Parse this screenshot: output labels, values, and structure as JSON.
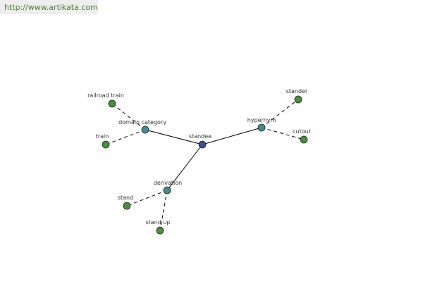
{
  "header": {
    "url": "http://www.artikata.com"
  },
  "graph": {
    "center": {
      "label": "standee",
      "color": "#3b4f8f"
    },
    "relations": [
      {
        "key": "domain_category",
        "label": "domain category",
        "color": "#4a8a8e",
        "children": [
          {
            "key": "railroad_train",
            "label": "railroad train"
          },
          {
            "key": "train",
            "label": "train"
          }
        ]
      },
      {
        "key": "hypernym",
        "label": "hypernym",
        "color": "#4a8a8e",
        "children": [
          {
            "key": "stander",
            "label": "stander"
          },
          {
            "key": "cutout",
            "label": "cutout"
          }
        ]
      },
      {
        "key": "derivation",
        "label": "derivation",
        "color": "#4a8a8e",
        "children": [
          {
            "key": "stand",
            "label": "stand"
          },
          {
            "key": "stand_up",
            "label": "stand up"
          }
        ]
      }
    ],
    "leaf_color": "#4e8a43"
  }
}
